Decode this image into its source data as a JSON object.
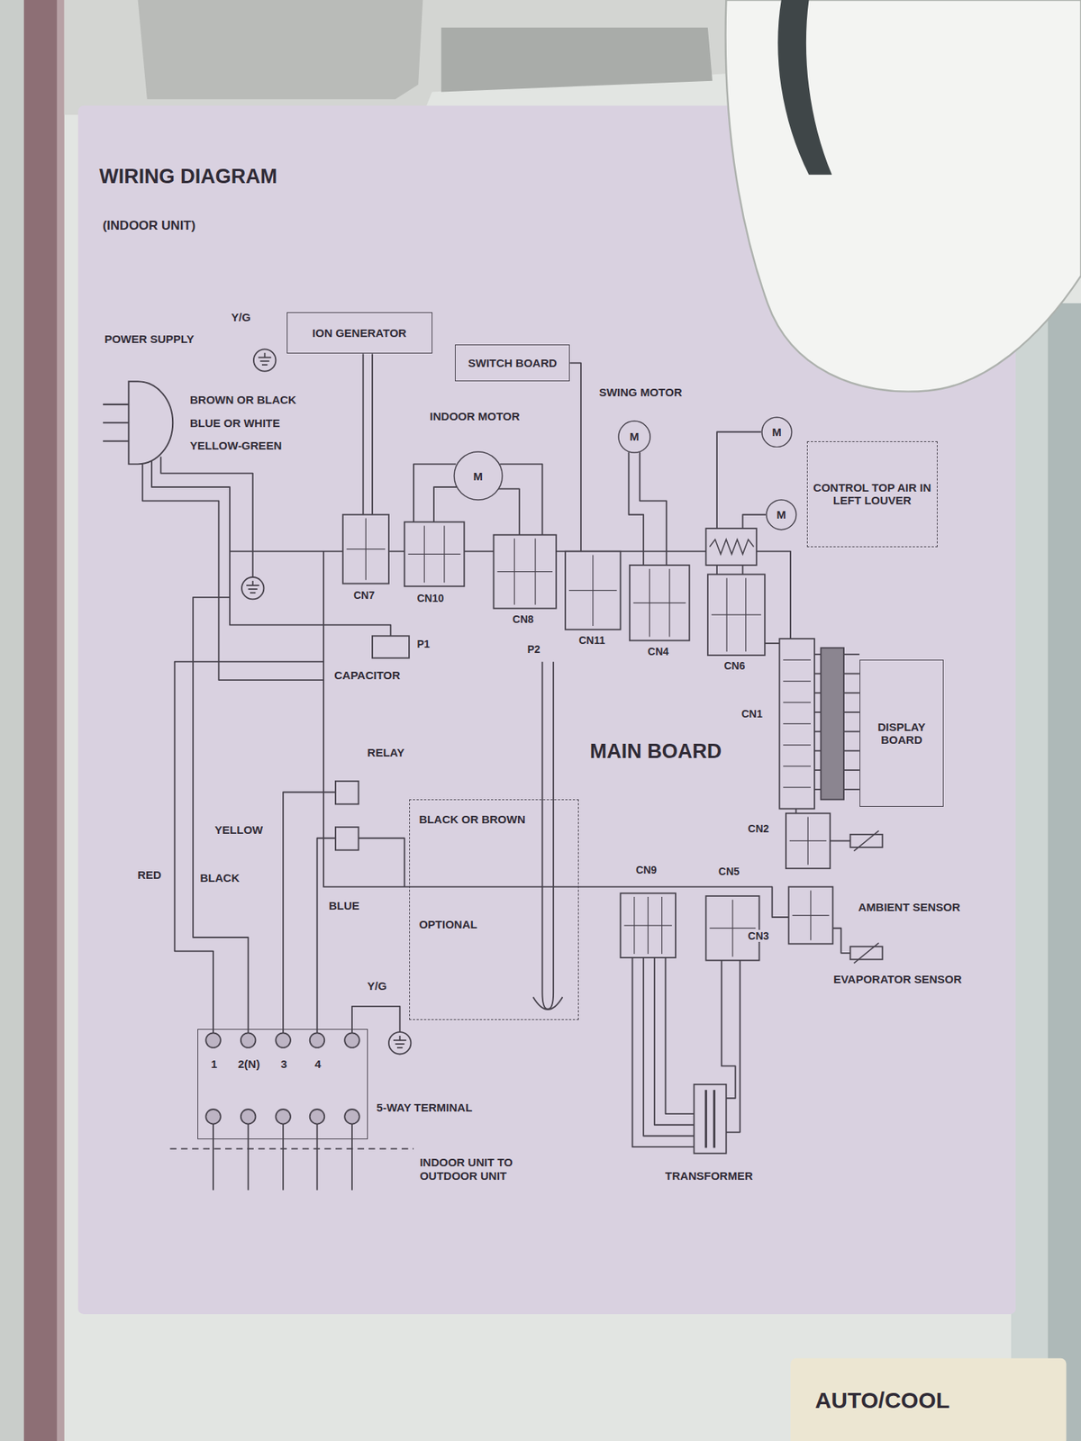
{
  "diagram": {
    "title": "WIRING DIAGRAM",
    "nodes": [
      {
        "text": [
          "ION GENERATOR"
        ]
      },
      {
        "text": [
          "SWITCH BOARD"
        ]
      },
      {
        "text": [
          "M"
        ]
      },
      {
        "text": [
          "M"
        ]
      },
      {
        "text": [
          "CONTROL TOP AIR IN LEFT LOUVER"
        ]
      },
      {
        "text": [
          "M"
        ]
      },
      {
        "text": [
          "M"
        ]
      },
      {
        "text": [
          "DISPLAY BOARD"
        ]
      },
      {
        "text": [
          "BLACK OR BROWN",
          "OPTIONAL"
        ]
      },
      {
        "text": [
          "1",
          "2(N)",
          "3",
          "4"
        ]
      }
    ],
    "labels": [
      "(INDOOR UNIT)",
      "Y/G",
      "POWER SUPPLY",
      "BROWN OR BLACK",
      "BLUE OR WHITE",
      "YELLOW-GREEN",
      "INDOOR MOTOR",
      "SWING MOTOR",
      "CN7",
      "CN10",
      "CN8",
      "CN11",
      "CN4",
      "CN6",
      "P1",
      "P2",
      "CAPACITOR",
      "RELAY",
      "MAIN BOARD",
      "CN1",
      "CN2",
      "CN3",
      "AMBIENT SENSOR",
      "EVAPORATOR SENSOR",
      "YELLOW",
      "RED",
      "BLACK",
      "BLUE",
      "CN9",
      "CN5",
      "Y/G",
      "5-WAY TERMINAL",
      "INDOOR UNIT TO OUTDOOR UNIT",
      "TRANSFORMER",
      "AUTO/COOL"
    ]
  }
}
